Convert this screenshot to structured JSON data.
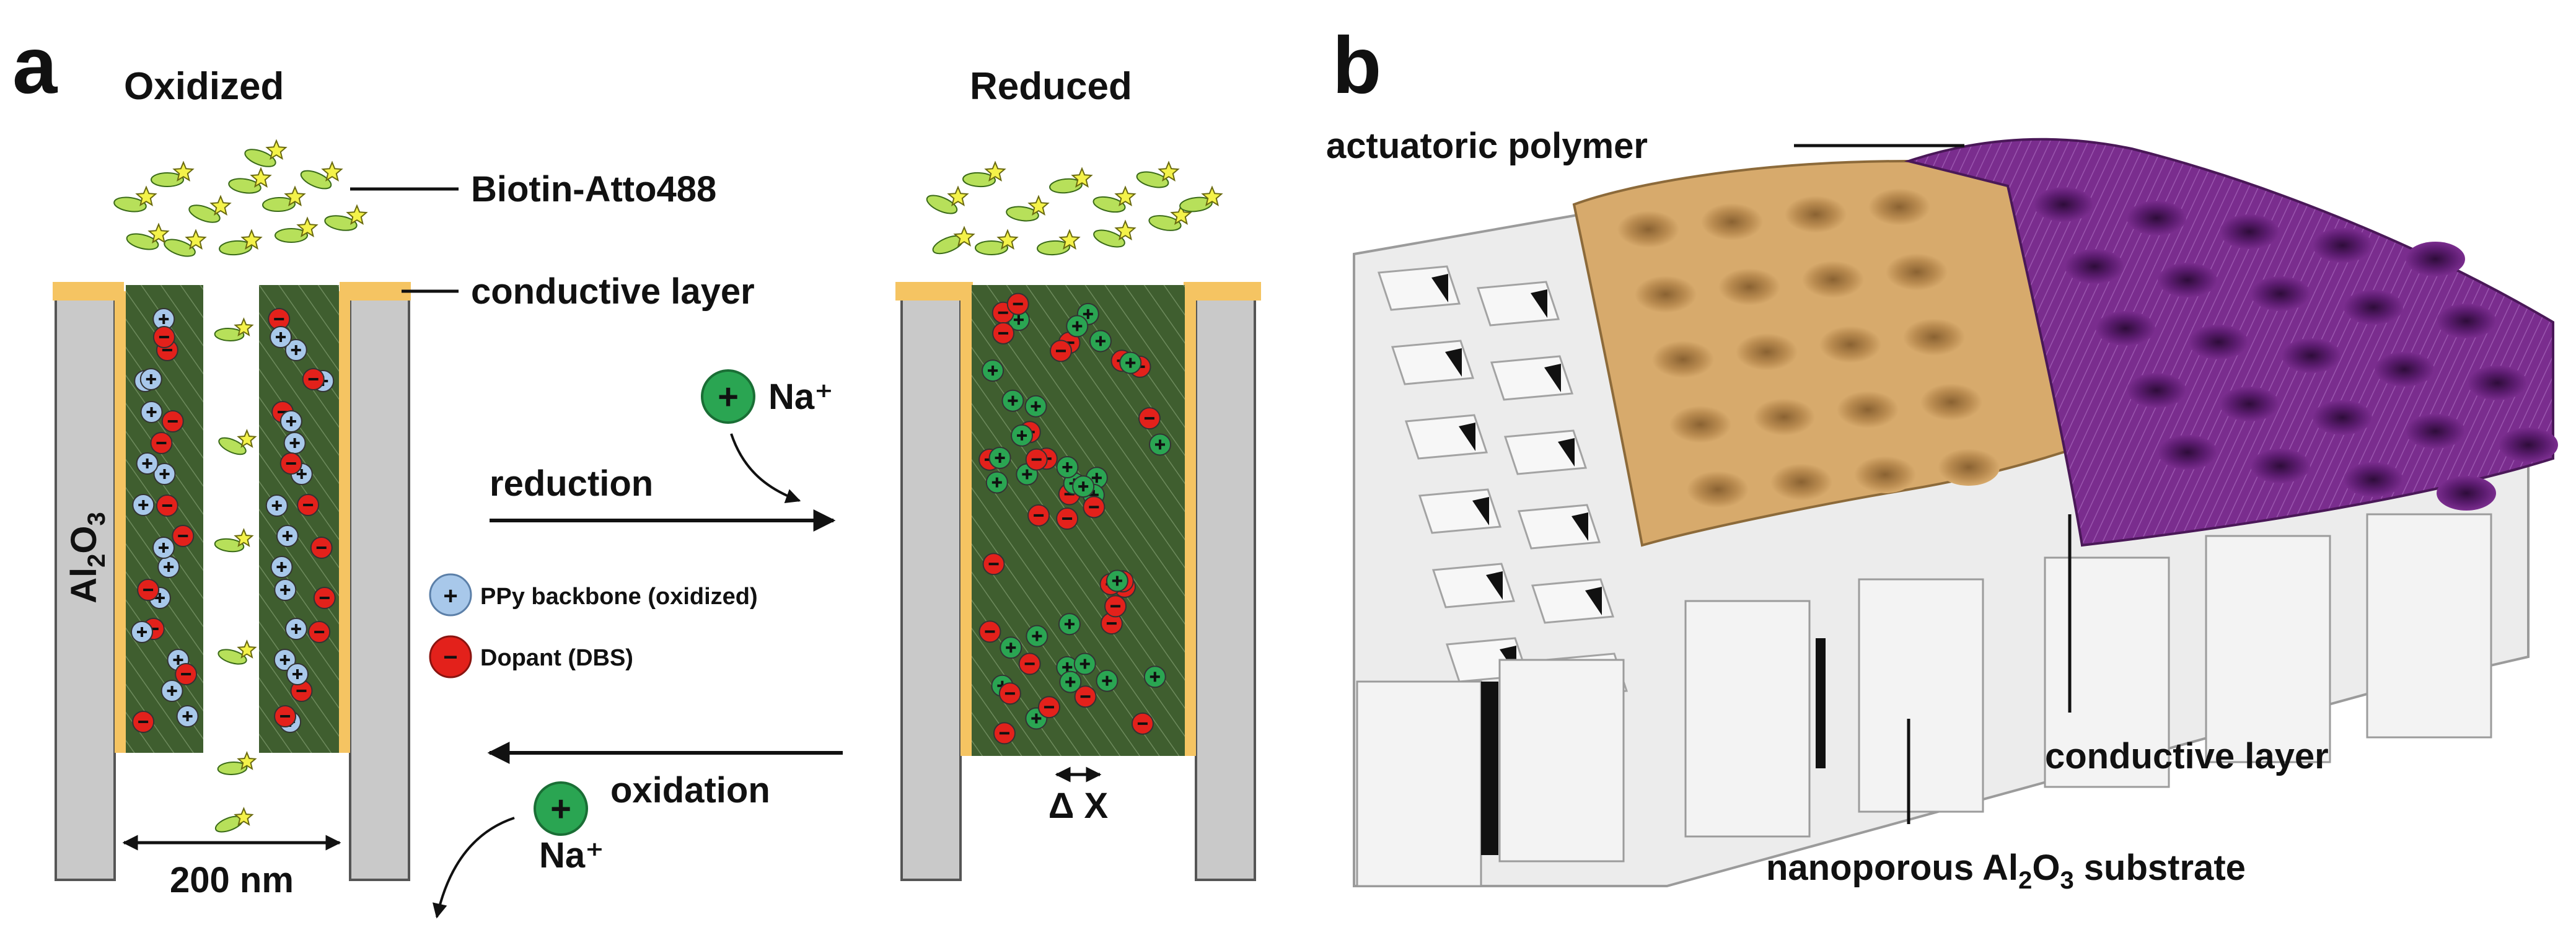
{
  "panel_a": {
    "letter": "a",
    "oxidized_title": "Oxidized",
    "reduced_title": "Reduced",
    "biotin_label": "Biotin-Atto488",
    "conductive_label": "conductive layer",
    "al2o3_main": "Al",
    "al2o3_sub2": "2",
    "al2o3_o": "O",
    "al2o3_sub3": "3",
    "width_label": "200 nm",
    "delta_label": "Δ X",
    "reduction_label": "reduction",
    "oxidation_label": "oxidation",
    "na_top": "Na⁺",
    "na_bottom": "Na⁺",
    "plus_sign": "+",
    "minus_sign": "−",
    "legend_ppy": "PPy backbone (oxidized)",
    "legend_dopant": "Dopant (DBS)"
  },
  "panel_b": {
    "letter": "b",
    "actuatoric_label": "actuatoric polymer",
    "conductive_label": "conductive layer",
    "substrate_pre": "nanoporous Al",
    "substrate_sub2": "2",
    "substrate_o": "O",
    "substrate_sub3": "3",
    "substrate_post": " substrate"
  },
  "colors": {
    "alumina": "#c9c9c9",
    "gold_layer": "#f5c462",
    "polymer_green": "#3f5e2f",
    "ppy_blue": "#a8c8ea",
    "dopant_red": "#e3211b",
    "na_green": "#2aa552",
    "gold_surface": "#d7aa6c",
    "purple_surface": "#7a2d8e",
    "biotin_green": "#b7e05a"
  }
}
